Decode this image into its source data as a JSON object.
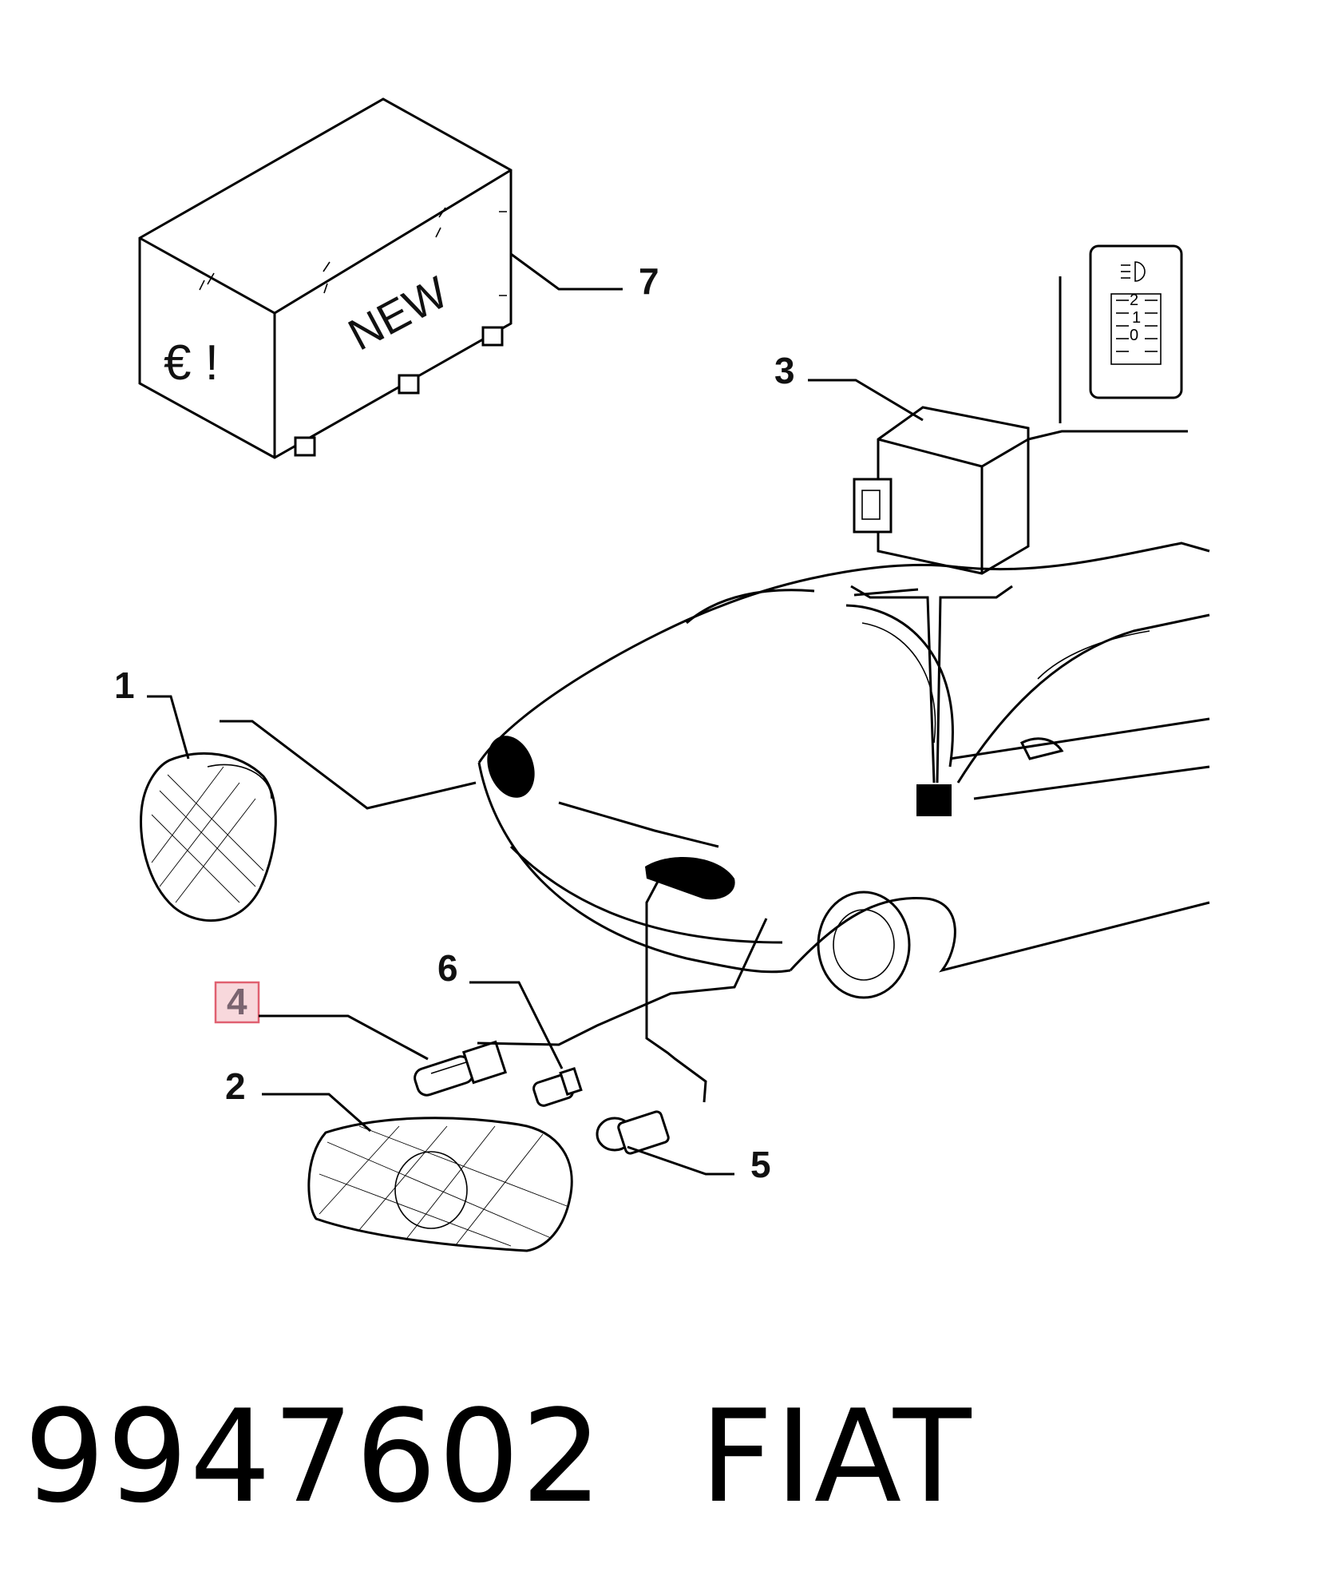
{
  "callouts": [
    "1",
    "2",
    "3",
    "4",
    "5",
    "6",
    "7"
  ],
  "box_text": {
    "new": "NEW",
    "symbols": "€ !"
  },
  "switch_panel": {
    "positions": [
      "2",
      "1",
      "0"
    ]
  },
  "highlighted_callout": "4",
  "footer": {
    "part_number": "9947602",
    "brand": "FIAT"
  },
  "colors": {
    "highlight_border": "#e06070",
    "highlight_fill": "#f8d8dc",
    "line": "#000000"
  },
  "icons": [
    "headlamp-leveling-icon"
  ]
}
